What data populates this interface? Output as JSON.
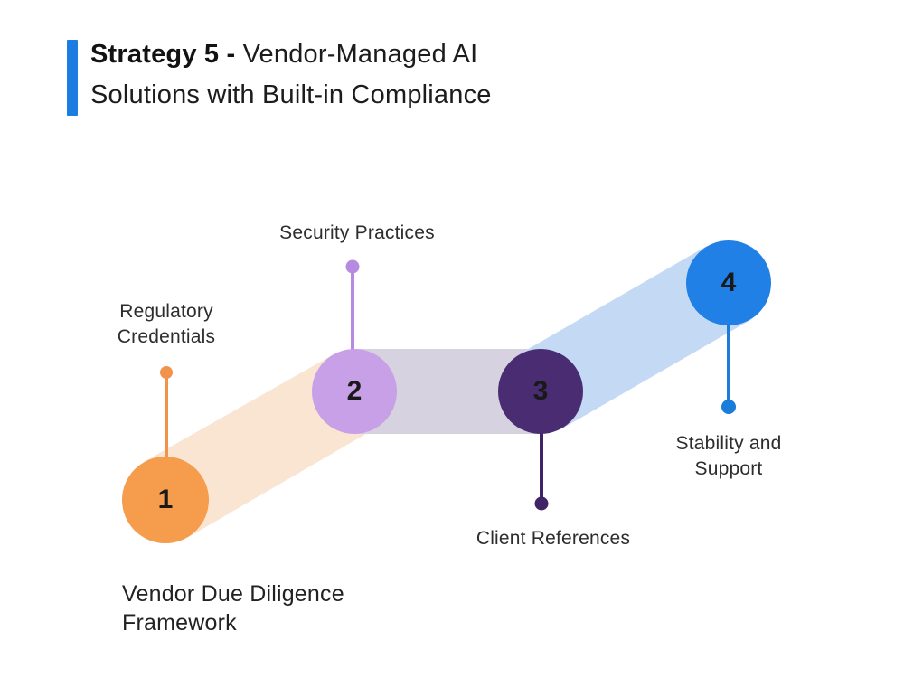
{
  "header": {
    "title_bold": "Strategy 5 -",
    "title_rest": " Vendor-Managed AI Solutions with Built-in Compliance",
    "accent_color": "#1B7CE2"
  },
  "diagram": {
    "caption_line1": "Vendor Due Diligence",
    "caption_line2": "Framework",
    "steps": [
      {
        "number": "1",
        "label_line1": "Regulatory",
        "label_line2": "Credentials",
        "color": "#F59C4D",
        "stem_color": "#F2934C"
      },
      {
        "number": "2",
        "label_line1": "Security Practices",
        "label_line2": "",
        "color": "#C8A0E8",
        "stem_color": "#B78AE2"
      },
      {
        "number": "3",
        "label_line1": "Client References",
        "label_line2": "",
        "color": "#4A2C72",
        "stem_color": "#3F2566"
      },
      {
        "number": "4",
        "label_line1": "Stability and",
        "label_line2": "Support",
        "color": "#2080E6",
        "stem_color": "#1B7CD9"
      }
    ],
    "ribbons": [
      {
        "from": "1",
        "to": "2",
        "color": "#FAE5D2"
      },
      {
        "from": "2",
        "to": "3",
        "color": "#D7D2E0"
      },
      {
        "from": "3",
        "to": "4",
        "color": "#C3D9F4"
      }
    ]
  }
}
